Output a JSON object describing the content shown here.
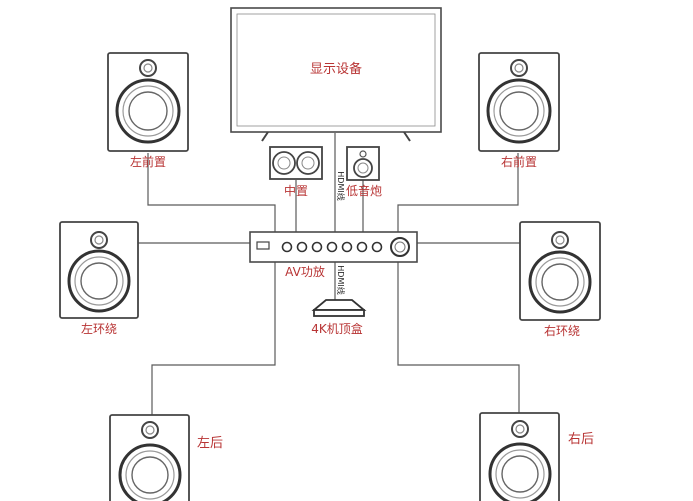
{
  "labels": {
    "display": "显示设备",
    "front_left": "左前置",
    "front_right": "右前置",
    "center": "中置",
    "subwoofer": "低音炮",
    "av_receiver": "AV功放",
    "surround_left": "左环绕",
    "surround_right": "右环绕",
    "set_top_box": "4K机顶盒",
    "rear_left": "左后",
    "rear_right": "右后",
    "hdmi_top": "HDMI线",
    "hdmi_bottom": "HDMI线"
  },
  "colors": {
    "label_red": "#b83434",
    "line_gray": "#5a5a5a"
  }
}
